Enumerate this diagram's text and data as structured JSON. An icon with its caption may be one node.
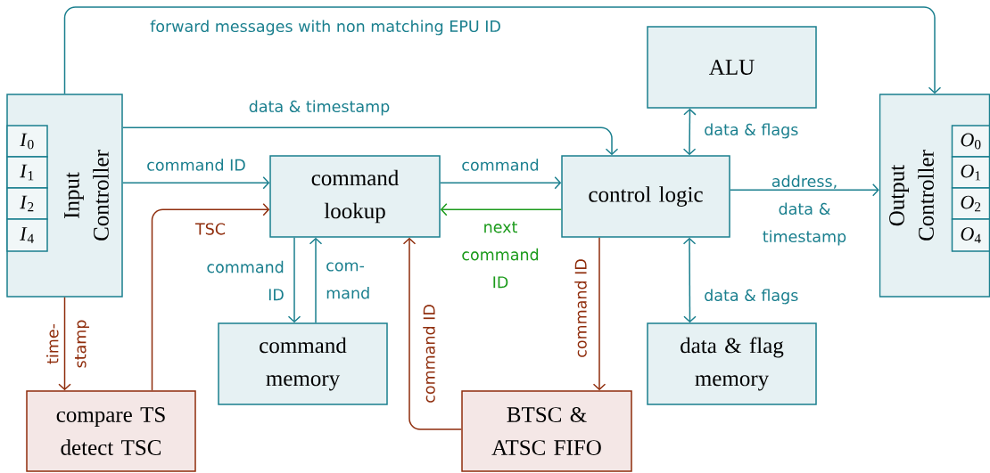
{
  "diagram": {
    "nodes": [
      {
        "text": [
          "Input Controller"
        ]
      },
      {
        "text": [
          "*I*$_{0}$"
        ],
        "in": 0
      },
      {
        "text": [
          "*I*$_{1}$"
        ],
        "in": 0
      },
      {
        "text": [
          "*I*$_{2}$"
        ],
        "in": 0
      },
      {
        "text": [
          "*I*$_{4}$"
        ],
        "in": 0
      },
      {
        "text": [
          "Output Controller"
        ]
      },
      {
        "text": [
          "*O*$_{0}$"
        ],
        "in": 5
      },
      {
        "text": [
          "*O*$_{1}$"
        ],
        "in": 5
      },
      {
        "text": [
          "*O*$_{2}$"
        ],
        "in": 5
      },
      {
        "text": [
          "*O*$_{4}$"
        ],
        "in": 5
      },
      {
        "text": [
          "command lookup"
        ]
      },
      {
        "text": [
          "control logic"
        ]
      },
      {
        "text": [
          "ALU"
        ]
      },
      {
        "text": [
          "command memory"
        ]
      },
      {
        "text": [
          "data & flag memory"
        ]
      },
      {
        "text": [
          "compare TS detect TSC"
        ]
      },
      {
        "text": [
          "BTSC & ATSC FIFO"
        ]
      }
    ],
    "edges": [
      {
        "from": 0,
        "to": 5,
        "arrow": "to",
        "label": "forward messages with non matching EPU ID"
      },
      {
        "from": 0,
        "to": 11,
        "arrow": "to",
        "label": "data & timestamp"
      },
      {
        "from": 0,
        "to": 10,
        "arrow": "to",
        "label": "command ID"
      },
      {
        "from": 10,
        "to": 11,
        "arrow": "to",
        "label": "command"
      },
      {
        "from": 11,
        "to": 10,
        "arrow": "to",
        "label": "next command ID",
        "color": "#1a9a1a"
      },
      {
        "from": 11,
        "to": 12,
        "arrow": "both",
        "label": "data & flags"
      },
      {
        "from": 11,
        "to": 5,
        "arrow": "to",
        "label": "address, data & timestamp"
      },
      {
        "from": 11,
        "to": 14,
        "arrow": "both",
        "label": "data & flags"
      },
      {
        "from": 10,
        "to": 13,
        "arrow": "to",
        "label": "command ID"
      },
      {
        "from": 13,
        "to": 10,
        "arrow": "to",
        "label": "com- mand"
      },
      {
        "from": 0,
        "to": 15,
        "arrow": "to",
        "label": "time- stamp",
        "color": "#8f2d0c"
      },
      {
        "from": 15,
        "to": 10,
        "arrow": "to",
        "label": "TSC",
        "color": "#8f2d0c"
      },
      {
        "from": 11,
        "to": 16,
        "arrow": "to",
        "label": "command ID",
        "color": "#8f2d0c"
      },
      {
        "from": 16,
        "to": 10,
        "arrow": "to",
        "label": "command ID",
        "color": "#8f2d0c"
      }
    ]
  }
}
